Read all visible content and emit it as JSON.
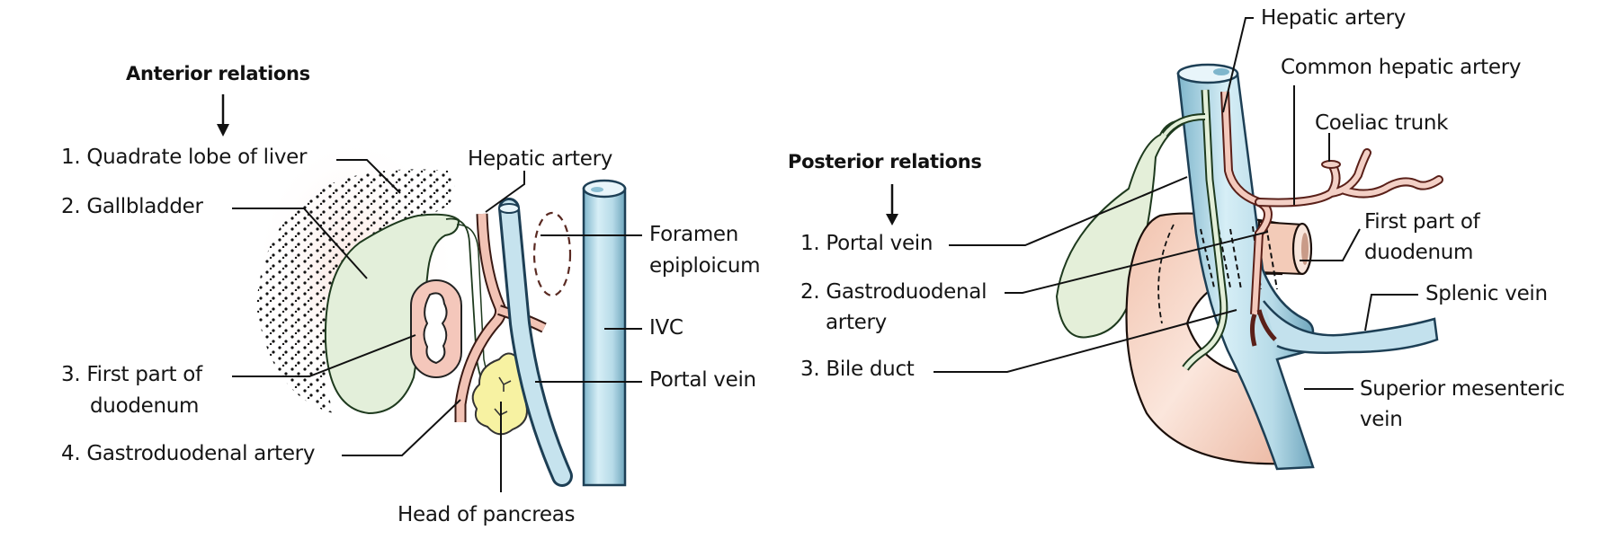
{
  "figure": {
    "left_panel": {
      "title": "Anterior relations",
      "numbered_labels": [
        {
          "line1": "1. Quadrate lobe of liver"
        },
        {
          "line1": "2. Gallbladder"
        },
        {
          "line1": "3. First part of",
          "line2": "duodenum"
        },
        {
          "line1": "4. Gastroduodenal artery"
        }
      ],
      "side_labels": {
        "hepatic_artery": "Hepatic artery",
        "foramen_line1": "Foramen",
        "foramen_line2": "epiploicum",
        "ivc": "IVC",
        "portal_vein": "Portal vein",
        "head_of_pancreas": "Head of pancreas"
      }
    },
    "right_panel": {
      "title": "Posterior relations",
      "numbered_labels": [
        {
          "line1": "1. Portal vein"
        },
        {
          "line1": "2. Gastroduodenal",
          "line2": "artery"
        },
        {
          "line1": "3. Bile duct"
        }
      ],
      "side_labels": {
        "hepatic_artery": "Hepatic artery",
        "common_hepatic_artery": "Common hepatic artery",
        "coeliac_trunk": "Coeliac trunk",
        "first_part_line1": "First part of",
        "first_part_line2": "duodenum",
        "splenic_vein": "Splenic vein",
        "smv_line1": "Superior mesenteric",
        "smv_line2": "vein"
      }
    },
    "colors": {
      "vein_blue": "#bfe0ec",
      "vein_edge": "#1d3f55",
      "artery_pink": "#f4c9bc",
      "artery_edge": "#6b2a22",
      "gallbladder_green": "#e4f0dc",
      "pancreas_yellow": "#f8f3a6",
      "duodenum_peach": "#f3cbb8",
      "liver_dots": "#111111"
    }
  }
}
